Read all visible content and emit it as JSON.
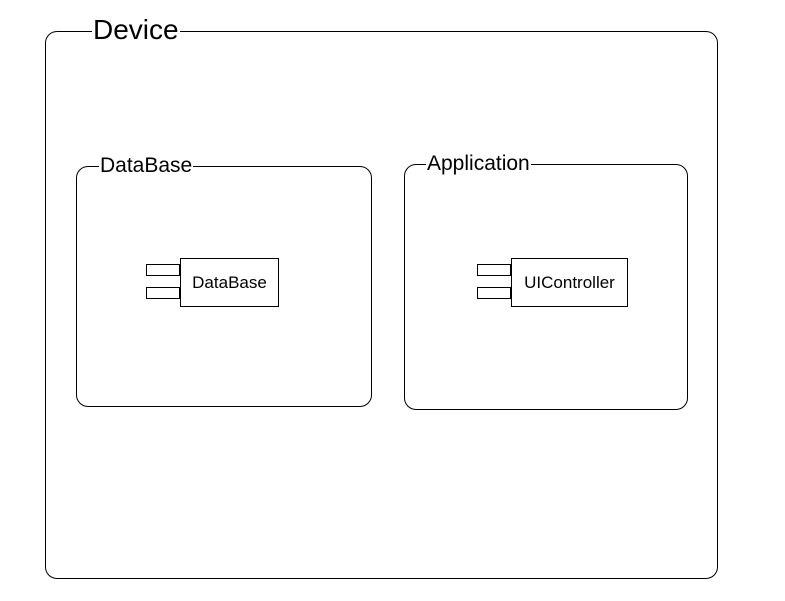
{
  "device": {
    "label": "Device"
  },
  "database_node": {
    "label": "DataBase",
    "component": "DataBase"
  },
  "application_node": {
    "label": "Application",
    "component": "UIController"
  },
  "colors": {
    "stroke": "#000000",
    "background": "#ffffff"
  }
}
